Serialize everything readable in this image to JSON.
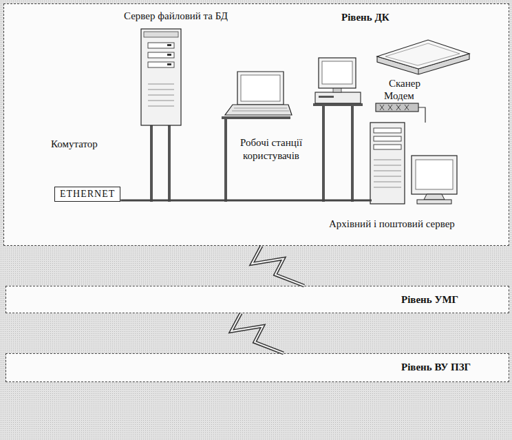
{
  "diagram": {
    "nodes": [
      {
        "text": [
          "Рівень ДК"
        ]
      },
      {
        "text": [
          "ETHERNET"
        ],
        "in": 0
      },
      {
        "text": [
          "Рівень УМГ"
        ]
      },
      {
        "text": [
          "Рівень ВУ ПЗГ"
        ]
      }
    ],
    "edges": [
      {
        "from": 0,
        "to": 2,
        "arrow": "none"
      },
      {
        "from": 2,
        "to": 3,
        "arrow": "none"
      }
    ],
    "labels": [
      "Сервер файловий та БД",
      "Сканер",
      "Модем",
      "Комутатор",
      "Робочі станції користувачів",
      "Архівний і поштовий сервер"
    ]
  }
}
